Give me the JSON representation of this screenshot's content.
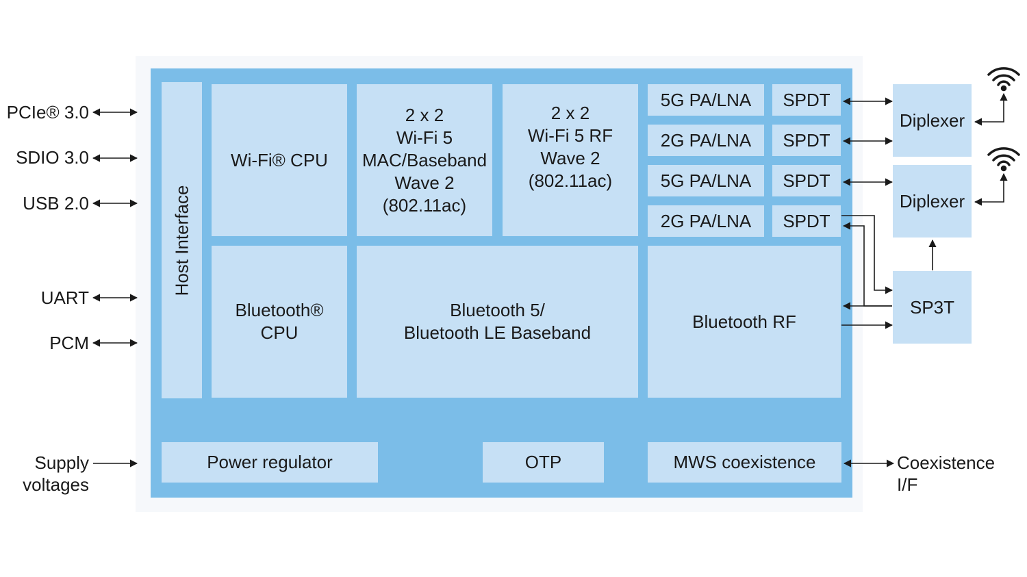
{
  "left_interfaces": [
    {
      "label": "PCIe® 3.0"
    },
    {
      "label": "SDIO 3.0"
    },
    {
      "label": "USB 2.0"
    },
    {
      "label": "UART"
    },
    {
      "label": "PCM"
    },
    {
      "label": "Supply\nvoltages"
    }
  ],
  "blocks": {
    "host_interface": "Host Interface",
    "wifi_cpu": "Wi-Fi® CPU",
    "wifi_mac": "2 x 2\nWi-Fi 5\nMAC/Baseband\nWave 2\n(802.11ac)",
    "wifi_rf": "2 x 2\nWi-Fi 5 RF\nWave 2\n(802.11ac)",
    "pa_lna": [
      "5G PA/LNA",
      "2G PA/LNA",
      "5G PA/LNA",
      "2G PA/LNA"
    ],
    "spdt": [
      "SPDT",
      "SPDT",
      "SPDT",
      "SPDT"
    ],
    "bt_cpu": "Bluetooth®\nCPU",
    "bt_baseband": "Bluetooth 5/\nBluetooth LE Baseband",
    "bt_rf": "Bluetooth RF",
    "power_regulator": "Power regulator",
    "otp": "OTP",
    "mws": "MWS coexistence"
  },
  "external": {
    "diplexer_1": "Diplexer",
    "diplexer_2": "Diplexer",
    "sp3t": "SP3T",
    "coexistence_if": "Coexistence\nI/F"
  },
  "colors": {
    "chip_body": "#7bbde8",
    "block_fill": "#c6e0f5",
    "wire": "#1a1a1a"
  }
}
